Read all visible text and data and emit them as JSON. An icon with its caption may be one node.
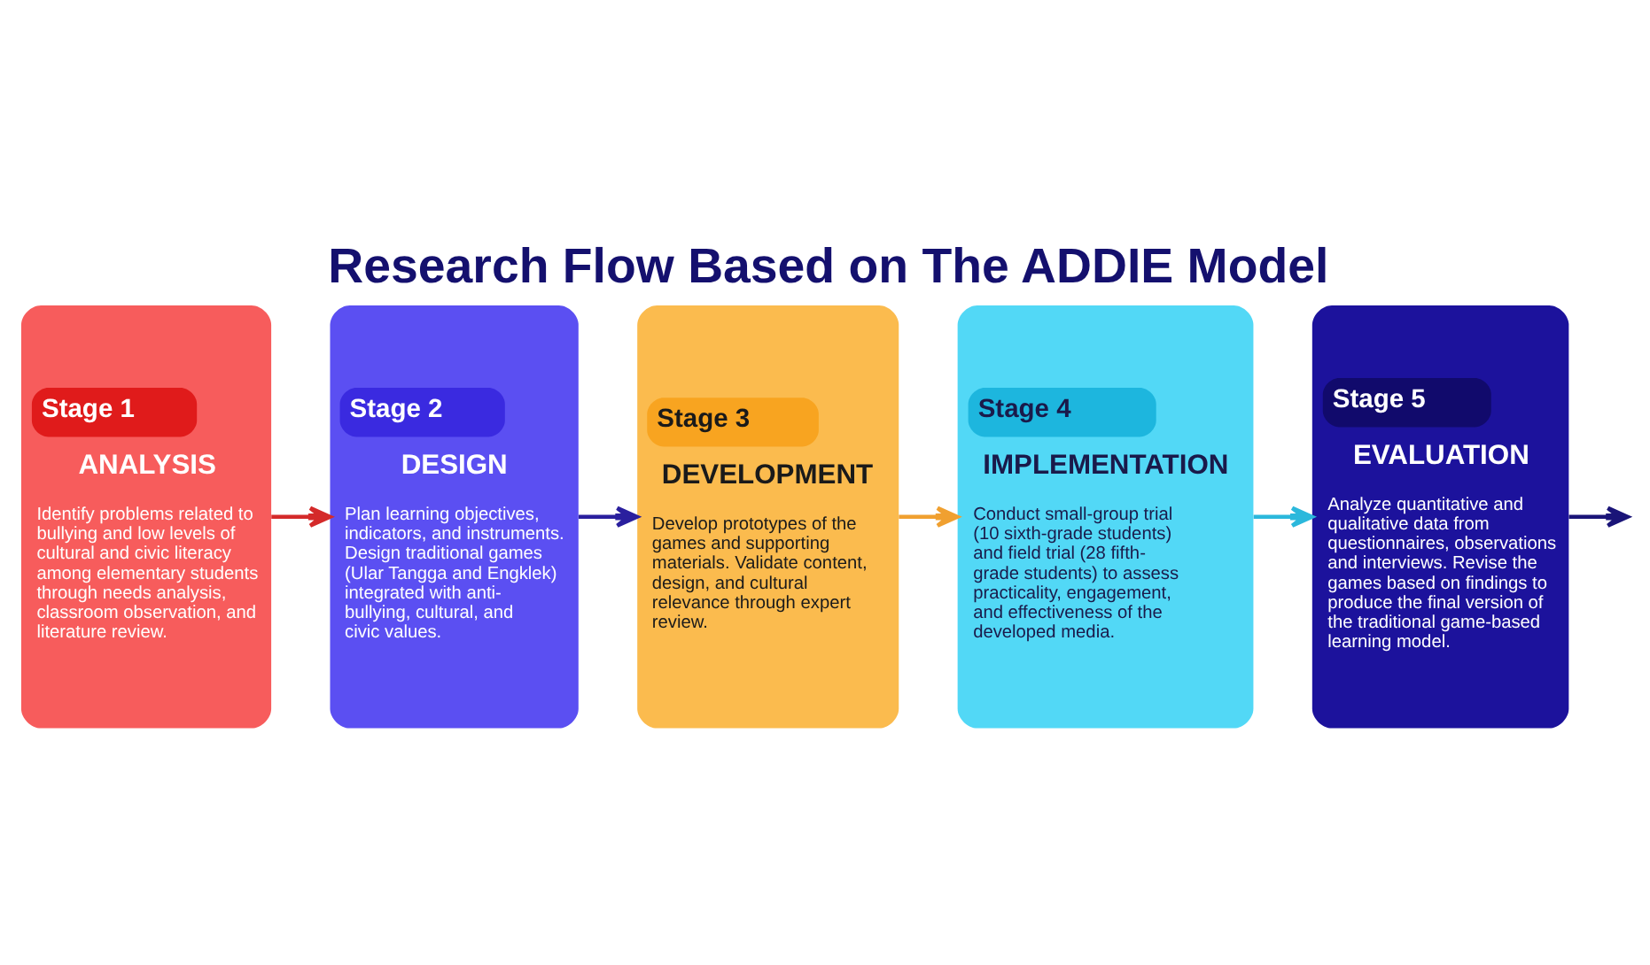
{
  "diagram": {
    "title": "Research Flow Based on The ADDIE Model",
    "nodes": [
      {
        "text": [
          "Stage 1",
          "ANALYSIS",
          "Identify problems related to bullying and low levels of cultural and civic literacy among elementary students through needs analysis, classroom observation, and literature review."
        ]
      },
      {
        "text": [
          "Stage 2",
          "DESIGN",
          "Plan learning objectives, indicators, and instruments. Design traditional games (Ular Tangga and Engklek) integrated with anti-bullying, cultural, and civic values."
        ]
      },
      {
        "text": [
          "Stage 3",
          "DEVELOPMENT",
          "Develop prototypes of the games and supporting materials. Validate content, design, and cultural relevance through expert review."
        ]
      },
      {
        "text": [
          "Stage 4",
          "IMPLEMENTATION",
          "Conduct small-group trial (10 sixth-grade students) and field trial (28 fifth-grade students) to assess practicality, engagement, and effectiveness of the developed media."
        ]
      },
      {
        "text": [
          "Stage 5",
          "EVALUATION",
          "Analyze quantitative and qualitative data from questionnaires, observations and interviews. Revise the games based on findings to produce the final version of the traditional game-based learning model."
        ]
      }
    ],
    "edges": [
      {
        "from": 0,
        "to": 1,
        "arrow": "to",
        "color": "#d42a2a"
      },
      {
        "from": 1,
        "to": 2,
        "arrow": "to",
        "color": "#2a1f9e"
      },
      {
        "from": 2,
        "to": 3,
        "arrow": "to",
        "color": "#f0a030"
      },
      {
        "from": 3,
        "to": 4,
        "arrow": "to",
        "color": "#2bb8dc"
      },
      {
        "from": 4,
        "to": null,
        "arrow": "to",
        "color": "#1a1478"
      }
    ]
  }
}
